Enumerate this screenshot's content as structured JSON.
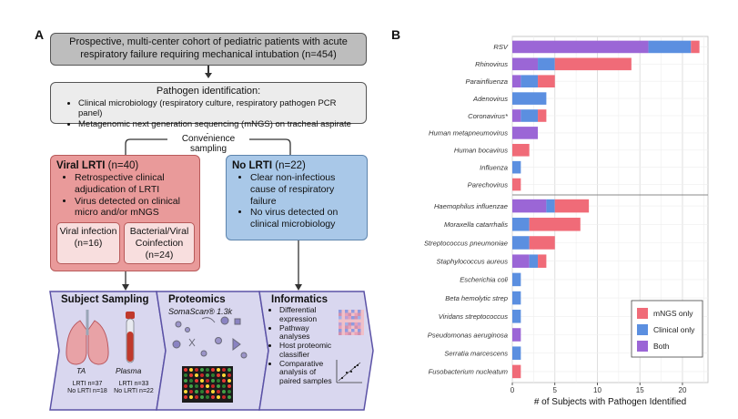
{
  "panel_a": {
    "letter": "A",
    "cohort": "Prospective, multi-center cohort of pediatric patients with acute respiratory failure requiring mechanical intubation (n=454)",
    "pathogen_title": "Pathogen identification:",
    "pathogen_items": [
      "Clinical microbiology (respiratory culture, respiratory pathogen PCR panel)",
      "Metagenomic next generation sequencing (mNGS) on tracheal aspirate"
    ],
    "convenience": "Convenience sampling",
    "viral": {
      "title": "Viral LRTI",
      "n": "(n=40)",
      "items": [
        "Retrospective clinical adjudication of LRTI",
        "Virus detected on clinical micro and/or mNGS"
      ],
      "sub1": "Viral infection (n=16)",
      "sub2": "Bacterial/Viral Coinfection (n=24)"
    },
    "nolrti": {
      "title": "No LRTI",
      "n": "(n=22)",
      "items": [
        "Clear non-infectious cause of respiratory failure",
        "No virus detected on clinical microbiology"
      ]
    },
    "sampling": {
      "title": "Subject Sampling",
      "ta": "TA",
      "plasma": "Plasma",
      "ta_counts": "LRTI n=37\nNo LRTI n=18",
      "plasma_counts": "LRTI n=33\nNo LRTI n=22"
    },
    "proteomics": {
      "title": "Proteomics",
      "subtitle": "SomaScan® 1.3k"
    },
    "informatics": {
      "title": "Informatics",
      "items": [
        "Differential expression",
        "Pathway analyses",
        "Host proteomic classifier",
        "Comparative analysis of paired samples"
      ]
    }
  },
  "panel_b": {
    "letter": "B"
  },
  "chart_data": {
    "type": "bar",
    "orientation": "horizontal",
    "stacked": true,
    "xlabel": "# of Subjects with Pathogen Identified",
    "xlim": [
      0,
      23
    ],
    "xticks": [
      0,
      5,
      10,
      15,
      20
    ],
    "grid": true,
    "legend_position": "bottom-right",
    "categories_viral": [
      "RSV",
      "Rhinovirus",
      "Parainfluenza",
      "Adenovirus",
      "Coronavirus*",
      "Human metapneumovirus",
      "Human bocavirus",
      "Influenza",
      "Parechovirus"
    ],
    "categories_bacterial": [
      "Haemophilus influenzae",
      "Moraxella catarrhalis",
      "Streptococcus pneumoniae",
      "Staphylococcus aureus",
      "Escherichia coli",
      "Beta hemolytic strep",
      "Viridans streptococcus",
      "Pseudomonas aeruginosa",
      "Serratia marcescens",
      "Fusobacterium nucleatum"
    ],
    "series": [
      {
        "name": "Both",
        "color": "#9b66d6",
        "viral": [
          16,
          3,
          1,
          0,
          1,
          3,
          0,
          0,
          0
        ],
        "bacterial": [
          4,
          0,
          0,
          2,
          0,
          0,
          0,
          1,
          0,
          0
        ]
      },
      {
        "name": "Clinical only",
        "color": "#5b8fe0",
        "viral": [
          5,
          2,
          2,
          4,
          2,
          0,
          0,
          1,
          0
        ],
        "bacterial": [
          1,
          2,
          2,
          1,
          1,
          1,
          1,
          0,
          1,
          0
        ]
      },
      {
        "name": "mNGS only",
        "color": "#f06b78",
        "viral": [
          1,
          9,
          2,
          0,
          1,
          0,
          2,
          0,
          1
        ],
        "bacterial": [
          4,
          6,
          3,
          1,
          0,
          0,
          0,
          0,
          0,
          1
        ]
      }
    ],
    "legend_order": [
      "mNGS only",
      "Clinical only",
      "Both"
    ]
  }
}
